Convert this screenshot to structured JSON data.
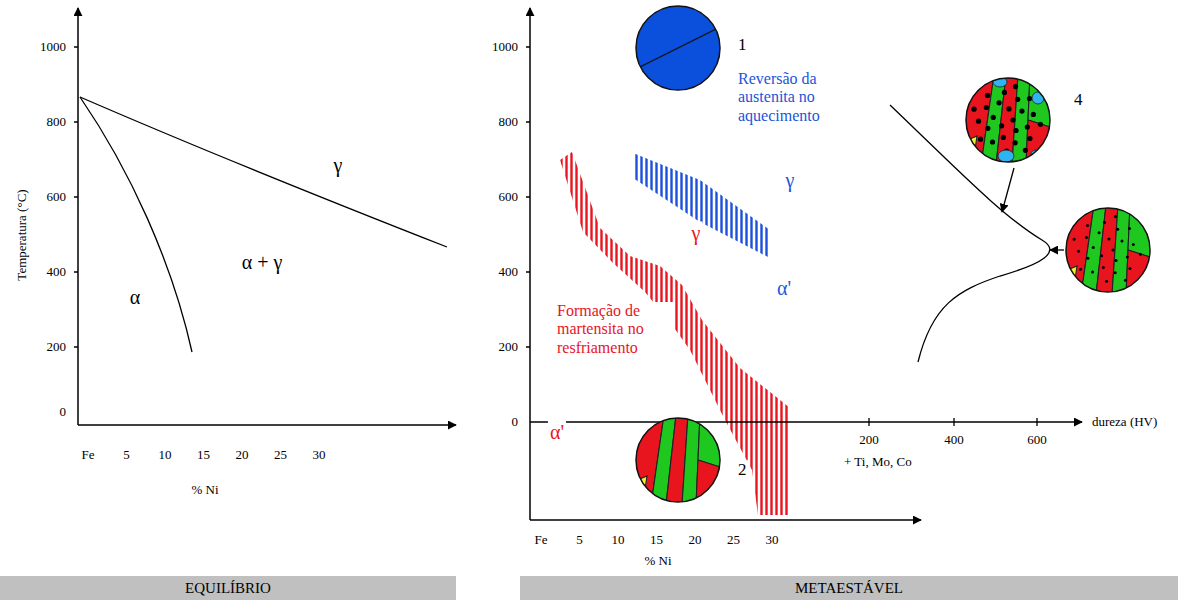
{
  "diagram": {
    "nodes": [
      {
        "text": [
          "EQUILÍBRIO"
        ]
      },
      {
        "text": [
          "METAESTÁVEL"
        ]
      }
    ],
    "labels": [
      "1000",
      "800",
      "600",
      "400",
      "200",
      "0",
      "Temperatura (°C)",
      "γ",
      "α + γ",
      "α",
      "Fe",
      "5",
      "10",
      "15",
      "20",
      "25",
      "30",
      "% Ni",
      "1000",
      "800",
      "600",
      "400",
      "200",
      "0",
      "1",
      "Reversão da austenita no aquecimento",
      "4",
      "γ",
      "γ",
      "α'",
      "Formação de martensita no resfriamento",
      "α'",
      "2",
      "200",
      "400",
      "600",
      "dureza (HV)",
      "+ Ti, Mo, Co",
      "Fe",
      "5",
      "10",
      "15",
      "20",
      "25",
      "30",
      "% Ni"
    ]
  }
}
